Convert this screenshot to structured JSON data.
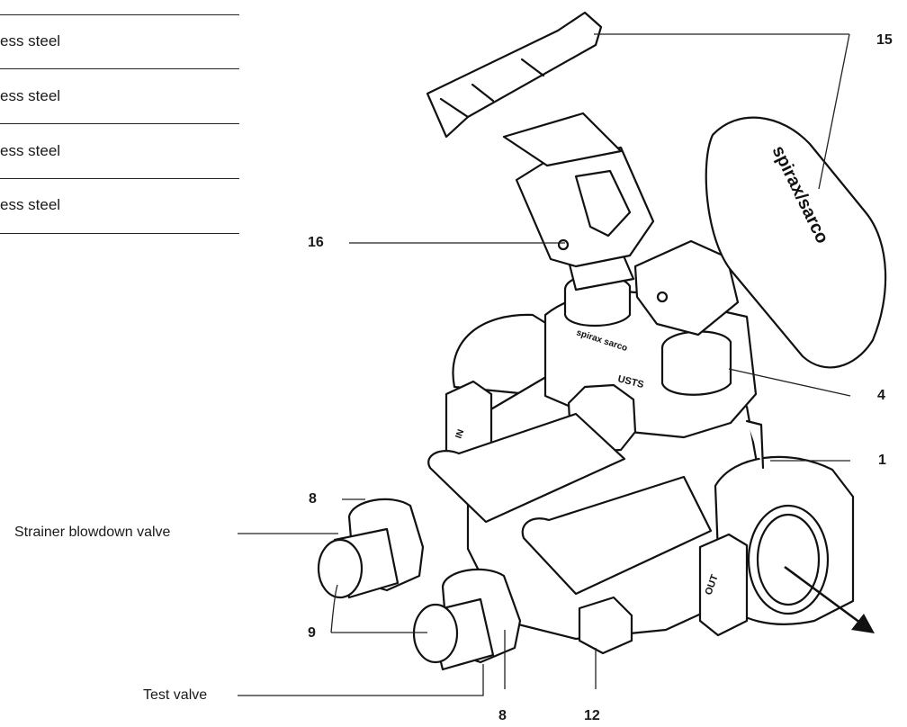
{
  "parts_table": {
    "materials": [
      "ess steel",
      "ess steel",
      "ess steel",
      "ess steel"
    ]
  },
  "callouts": {
    "n15": "15",
    "n16": "16",
    "n4": "4",
    "n1": "1",
    "n8_top": "8",
    "n9": "9",
    "n8_bottom": "8",
    "n12": "12"
  },
  "labels": {
    "strainer_blowdown": "Strainer blowdown valve",
    "test_valve": "Test valve"
  },
  "markings": {
    "handwheel_logo": "spirax/sarco",
    "body_brand": "spirax sarco",
    "body_model": "USTS",
    "port_in": "IN",
    "port_out": "OUT"
  }
}
